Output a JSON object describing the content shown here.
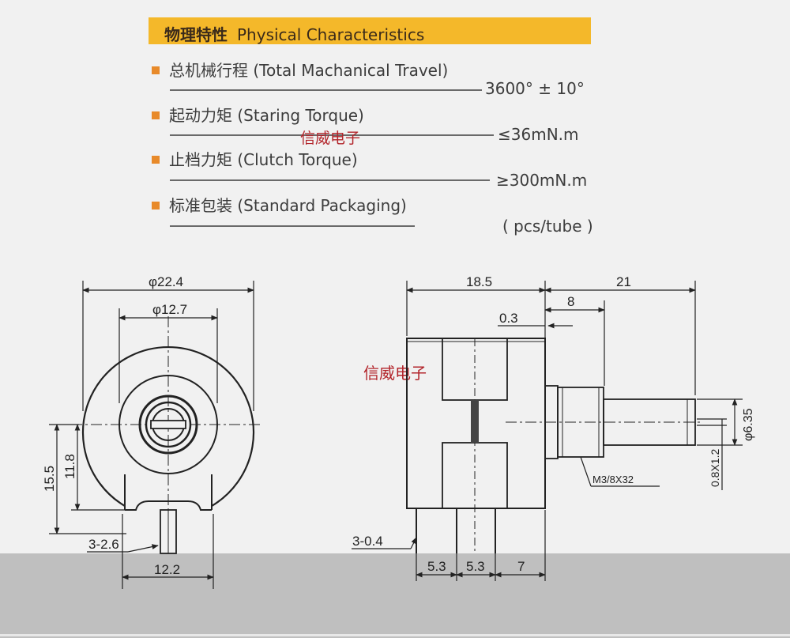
{
  "header": {
    "title_cn": "物理特性",
    "title_en": "Physical Characteristics"
  },
  "specs": [
    {
      "label": "总机械行程 (Total Machanical Travel)",
      "value": "3600°   ± 10°"
    },
    {
      "label": "起动力矩 (Staring Torque)",
      "value": "≤36mN.m"
    },
    {
      "label": "止档力矩 (Clutch Torque)",
      "value": "≥300mN.m"
    },
    {
      "label": "标准包装 (Standard Packaging)",
      "value": "( pcs/tube )"
    }
  ],
  "watermarks": {
    "top": "信威电子",
    "middle": "信威电子"
  },
  "front_view": {
    "dims": {
      "outer_diameter": "φ22.4",
      "inner_diameter": "φ12.7",
      "height_total": "15.5",
      "height_center": "11.8",
      "pin_spec": "3-2.6",
      "pin_span": "12.2"
    }
  },
  "side_view": {
    "dims": {
      "body_length": "18.5",
      "shaft_length": "21",
      "thread_length": "8",
      "gap": "0.3",
      "pin_spec": "3-0.4",
      "pitch_1": "5.3",
      "pitch_2": "5.3",
      "pitch_3": "7",
      "shaft_diameter": "φ6.35",
      "slot": "0.8X1.2",
      "thread_spec": "M3/8X32"
    }
  }
}
